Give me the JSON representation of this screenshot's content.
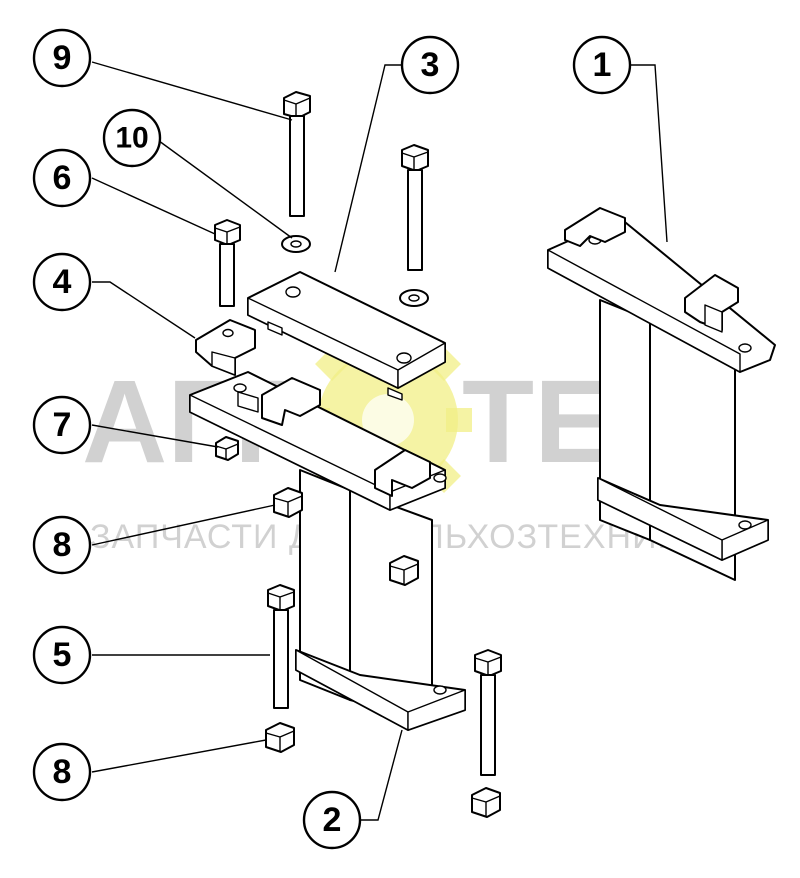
{
  "watermark": {
    "brand_left": "АГР",
    "brand_right": "ТЕХ",
    "tagline": "ЗАПЧАСТИ ДЛЯ СЕЛЬХОЗТЕХНИКИ",
    "gear_color": "#f2ef86",
    "text_color": "#9a9a9a"
  },
  "callouts": [
    {
      "id": "9",
      "label": "9"
    },
    {
      "id": "3",
      "label": "3"
    },
    {
      "id": "1",
      "label": "1"
    },
    {
      "id": "10",
      "label": "10"
    },
    {
      "id": "6",
      "label": "6"
    },
    {
      "id": "4",
      "label": "4"
    },
    {
      "id": "7",
      "label": "7"
    },
    {
      "id": "8a",
      "label": "8"
    },
    {
      "id": "5",
      "label": "5"
    },
    {
      "id": "8b",
      "label": "8"
    },
    {
      "id": "2",
      "label": "2"
    }
  ],
  "parts": [
    "bolt",
    "washer",
    "bolt",
    "bolt",
    "washer",
    "bracket-clip",
    "top-plate",
    "mount-frame",
    "nut",
    "nut",
    "nut",
    "bolt",
    "bolt",
    "nut",
    "nut",
    "mount-frame"
  ]
}
